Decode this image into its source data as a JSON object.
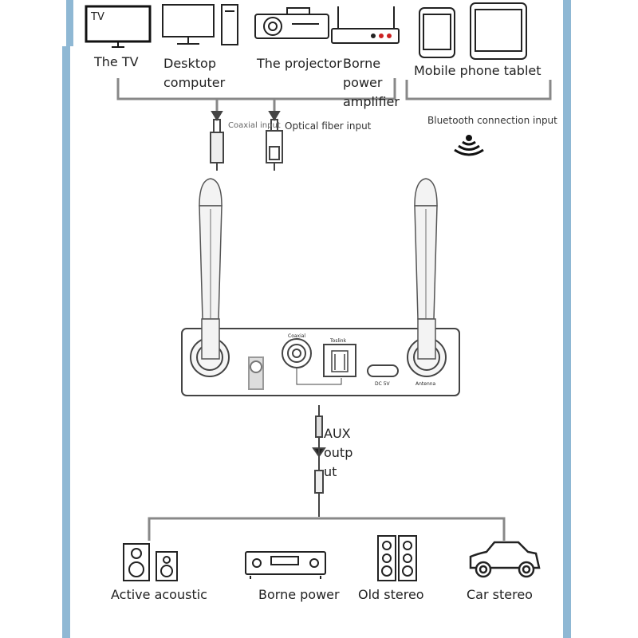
{
  "sources": {
    "tv_screen_text": "TV",
    "tv": "The TV",
    "desktop_line1": "Desktop",
    "desktop_line2": "computer",
    "projector": "The projector",
    "amp_line1": "Borne",
    "amp_line2": "power",
    "amp_line3": "amplifier",
    "mobile": "Mobile phone tablet"
  },
  "inputs": {
    "coaxial": "Coaxial input",
    "optical": "Optical fiber input",
    "bluetooth": "Bluetooth connection input"
  },
  "device": {
    "coaxial": "Coaxial",
    "toslink": "Toslink",
    "dc": "DC 5V",
    "antenna": "Antenna"
  },
  "output": {
    "aux_line1": "AUX",
    "aux_line2": "outp",
    "aux_line3": "ut"
  },
  "outputs": {
    "active": "Active acoustic",
    "borne": "Borne power",
    "stereo": "Old stereo",
    "car": "Car stereo"
  },
  "colors": {
    "side_bar": "#8fb8d4",
    "line": "#888888"
  }
}
